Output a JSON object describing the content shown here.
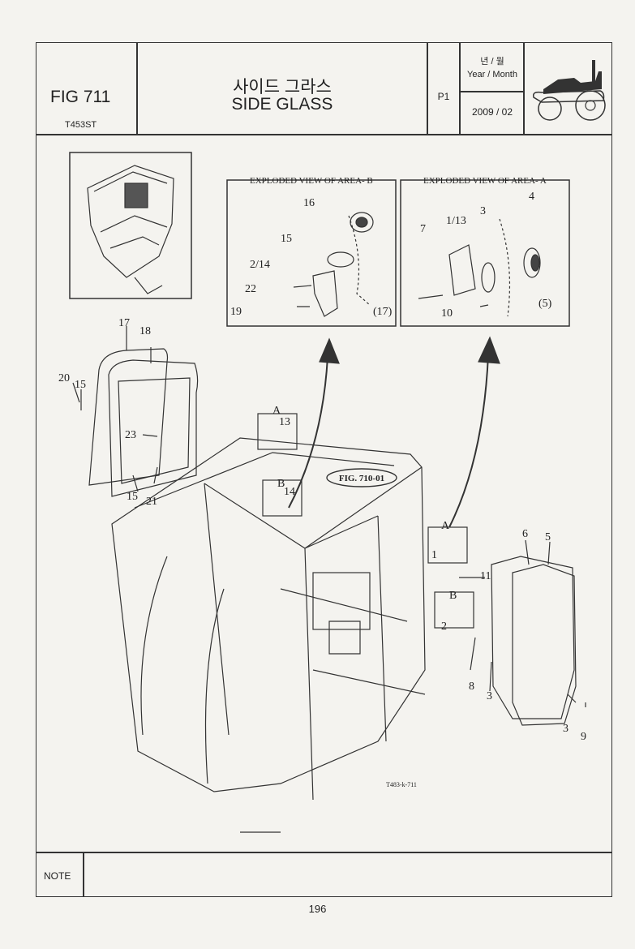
{
  "header": {
    "fig_label": "FIG 711",
    "model": "T453ST",
    "title_korean": "사이드 그라스",
    "title_english": "SIDE GLASS",
    "page_code": "P1",
    "year_month_korean": "년 / 월",
    "year_month_english": "Year / Month",
    "date": "2009 / 02"
  },
  "diagram": {
    "exploded_b_title": "EXPLODED VIEW OF AREA- B",
    "exploded_a_title": "EXPLODED VIEW OF AREA- A",
    "fig_ref": "FIG. 710-01",
    "drawing_code": "T483-k-711",
    "callouts_b": [
      "16",
      "15",
      "2/14",
      "22",
      "19",
      "(17)"
    ],
    "callouts_a": [
      "7",
      "1/13",
      "3",
      "4",
      "10",
      "(5)"
    ],
    "callouts_main": [
      "17",
      "18",
      "20",
      "15",
      "23",
      "15",
      "21",
      "A",
      "13",
      "B",
      "14",
      "A",
      "1",
      "11",
      "B",
      "2",
      "6",
      "5",
      "8",
      "3",
      "3",
      "9"
    ]
  },
  "footer": {
    "note_label": "NOTE",
    "page_number": "196"
  }
}
